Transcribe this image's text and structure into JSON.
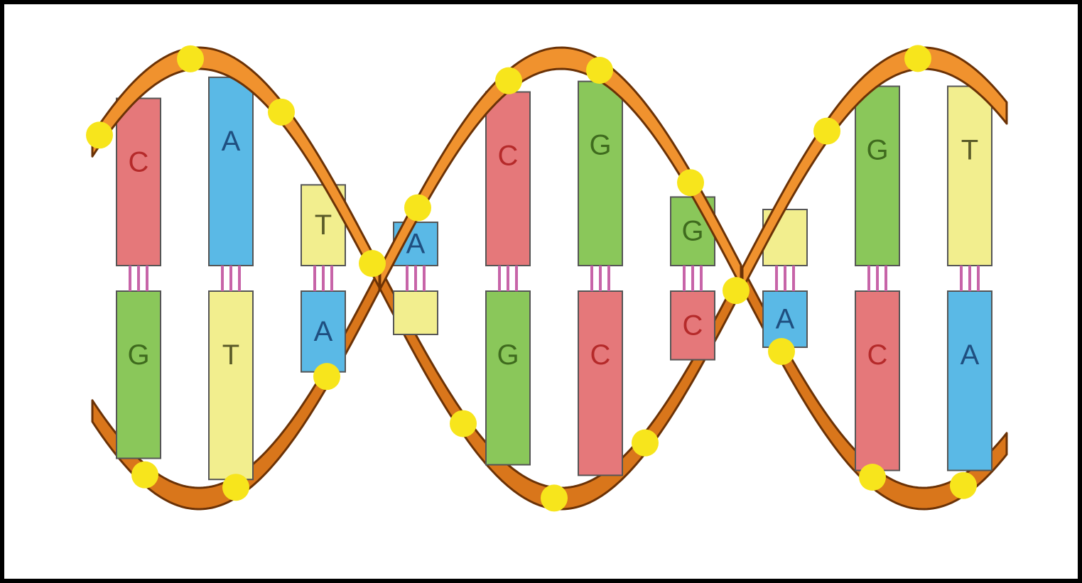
{
  "colors": {
    "page_border": "#000000",
    "background": "#ffffff",
    "backbone_fill": "#f0922e",
    "backbone_edge": "#6b3206",
    "phosphate": "#f7e51c",
    "C": "#e5787a",
    "G": "#8ac75a",
    "A": "#5ab9e6",
    "T": "#f2ee8e",
    "letter_C": "#b52a2a",
    "letter_G": "#3f6b1e",
    "letter_A": "#1f4f80",
    "letter_T": "#5a5a28",
    "hbond": "#c764a8"
  },
  "base_pairs": [
    {
      "top": "C",
      "bottom": "G",
      "top_label": "C",
      "bottom_label": "G"
    },
    {
      "top": "A",
      "bottom": "T",
      "top_label": "A",
      "bottom_label": "T"
    },
    {
      "top": "T",
      "bottom": "A",
      "top_label": "T",
      "bottom_label": "A"
    },
    {
      "top": "A",
      "bottom": "T",
      "top_label": "A",
      "bottom_label": ""
    },
    {
      "top": "C",
      "bottom": "G",
      "top_label": "C",
      "bottom_label": "G"
    },
    {
      "top": "G",
      "bottom": "C",
      "top_label": "G",
      "bottom_label": "C"
    },
    {
      "top": "G",
      "bottom": "C",
      "top_label": "G",
      "bottom_label": "C"
    },
    {
      "top": "T",
      "bottom": "A",
      "top_label": "",
      "bottom_label": "A"
    },
    {
      "top": "G",
      "bottom": "C",
      "top_label": "G",
      "bottom_label": "C"
    },
    {
      "top": "T",
      "bottom": "A",
      "top_label": "T",
      "bottom_label": "A"
    }
  ]
}
